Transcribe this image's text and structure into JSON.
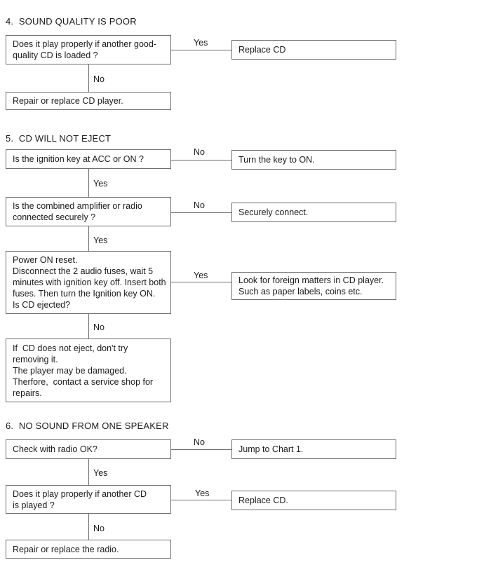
{
  "page": {
    "background": "#ffffff",
    "border_color": "#6d6d6d",
    "text_color": "#1b1b1b"
  },
  "sections": [
    {
      "title": "4.  SOUND QUALITY IS POOR",
      "question1": "Does it play properly if another good-\nquality CD is loaded ?",
      "branch1_label": "Yes",
      "result1": "Replace CD",
      "down1_label": "No",
      "final": "Repair or replace CD player."
    },
    {
      "title": "5.  CD WILL NOT EJECT",
      "question1": "Is the ignition key at ACC or ON ?",
      "branch1_label": "No",
      "result1": "Turn the key to ON.",
      "down1_label": "Yes",
      "question2": "Is the combined amplifier or radio\nconnected securely ?",
      "branch2_label": "No",
      "result2": "Securely connect.",
      "down2_label": "Yes",
      "question3": "Power ON reset.\nDisconnect the 2 audio fuses, wait 5\nminutes with ignition key off. Insert both\nfuses. Then turn the Ignition key ON.\nIs CD ejected?",
      "branch3_label": "Yes",
      "result3": "Look for foreign matters in CD player.\nSuch as paper labels, coins etc.",
      "down3_label": "No",
      "final": "If  CD does not eject, don't try\nremoving it.\nThe player may be damaged.\nTherfore,  contact a service shop for\nrepairs."
    },
    {
      "title": "6.  NO SOUND FROM ONE SPEAKER",
      "question1": "Check with radio OK?",
      "branch1_label": "No",
      "result1": "Jump to Chart 1.",
      "down1_label": "Yes",
      "question2": "Does it play properly if another CD\nis played ?",
      "branch2_label": "Yes",
      "result2": "Replace CD.",
      "down2_label": "No",
      "final": "Repair or replace the radio."
    }
  ]
}
